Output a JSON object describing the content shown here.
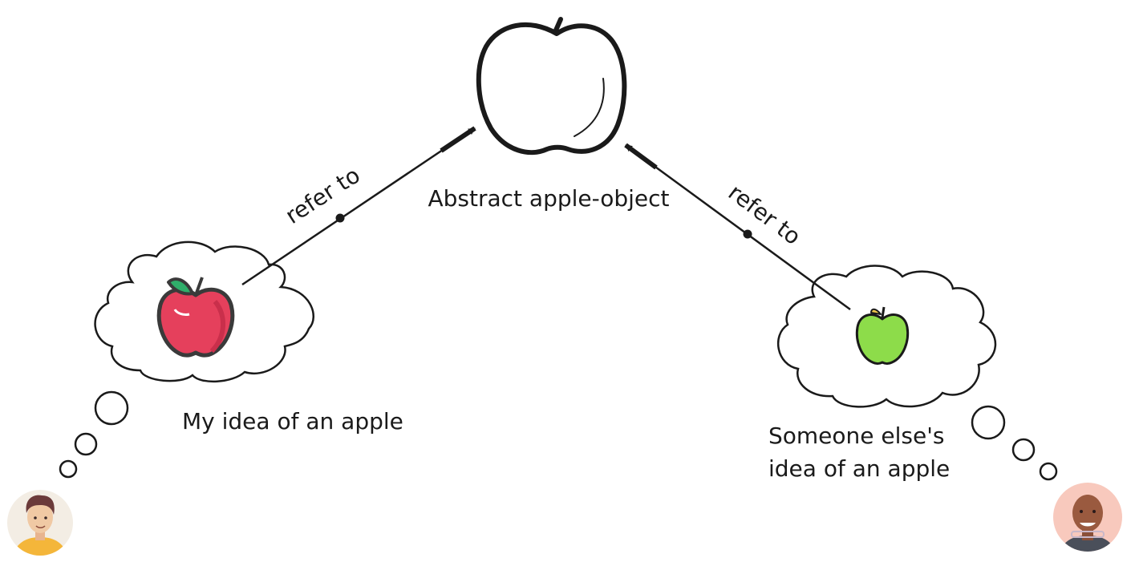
{
  "labels": {
    "abstract_object": "Abstract apple-object",
    "my_idea": "My idea of an apple",
    "someone_else_line1": "Someone else's",
    "someone_else_line2": "idea of an apple",
    "left_edge": "refer to",
    "right_edge": "refer to"
  },
  "colors": {
    "stroke": "#1a1a1a",
    "red_apple": "#e5405c",
    "red_apple_shade": "#c92f4b",
    "leaf_green": "#2fae6a",
    "green_apple": "#8ddc4a",
    "apple_stem_yellow": "#f2c94c",
    "person1_bg": "#f3ede4",
    "person1_shirt": "#f4b63a",
    "person2_bg": "#f8c9bd",
    "person2_shirt": "#4a4f5a"
  },
  "icons": {
    "abstract": "apple-outline-icon",
    "mine": "red-apple-icon",
    "theirs": "green-apple-icon",
    "person1": "man-avatar-icon",
    "person2": "bald-man-avatar-icon"
  }
}
